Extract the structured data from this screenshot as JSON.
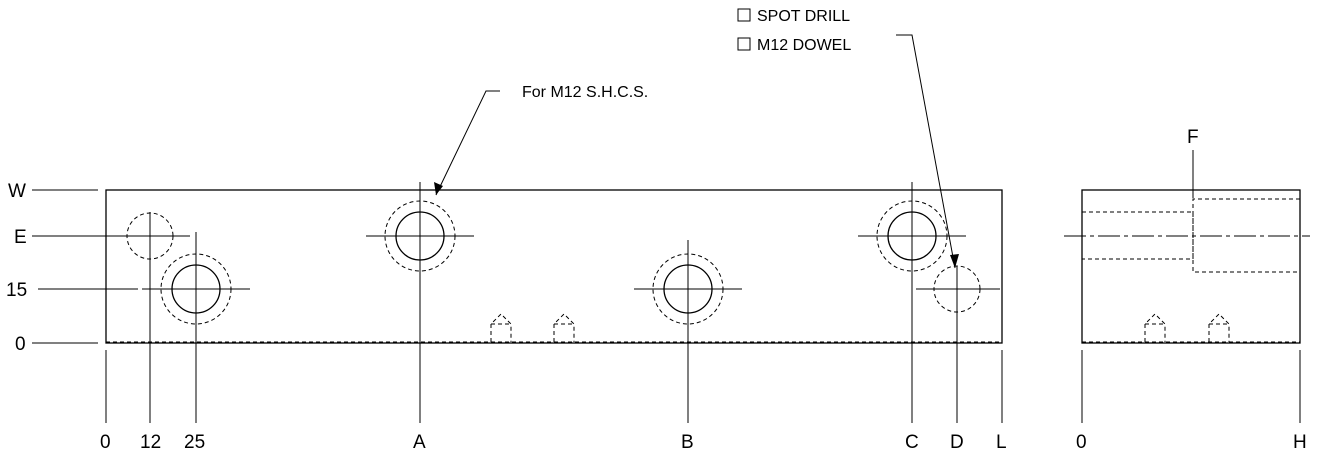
{
  "labels": {
    "left": {
      "w": "W",
      "e": "E",
      "fifteen": "15",
      "zero": "0"
    },
    "bottom": {
      "zero": "0",
      "twelve": "12",
      "twentyfive": "25",
      "a": "A",
      "b": "B",
      "c": "C",
      "d": "D",
      "l": "L",
      "side_zero": "0",
      "h": "H"
    },
    "side_top": "F"
  },
  "callouts": {
    "shcs": "For M12 S.H.C.S.",
    "spot_drill": "SPOT DRILL",
    "dowel": "M12 DOWEL"
  }
}
